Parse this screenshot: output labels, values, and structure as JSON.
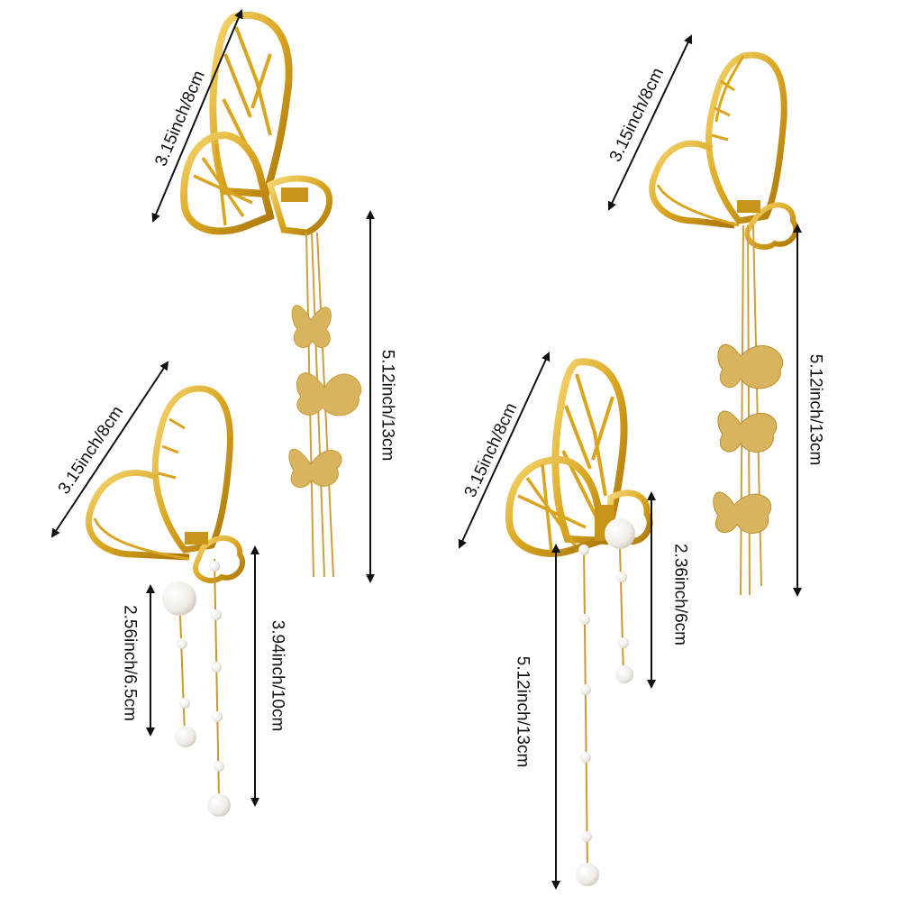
{
  "image": {
    "subject": "Four gold butterfly hair claw clips with tassels, shown with dimension arrows",
    "colors": {
      "gold": "#d9a520",
      "gold_dark": "#b07d0e",
      "gold_light": "#f2d36b",
      "charm_gold": "#d8b45e",
      "pearl": "#f4f2ee",
      "arrow": "#111111",
      "background": "#ffffff"
    }
  },
  "products": [
    {
      "id": "clip-top-left",
      "style": "filigree butterfly claw with three matte butterfly charms on chain tassel",
      "measurements": {
        "clip_width": "3.15inch/8cm",
        "tassel_length": "5.12inch/13cm"
      }
    },
    {
      "id": "clip-top-right",
      "style": "open-frame butterfly claw with three matte butterfly charms on chain tassel",
      "measurements": {
        "clip_width": "3.15inch/8cm",
        "tassel_length": "5.12inch/13cm"
      }
    },
    {
      "id": "clip-bottom-left",
      "style": "open-frame butterfly claw with pearl chain tassels",
      "measurements": {
        "clip_width": "3.15inch/8cm",
        "short_tassel": "2.56inch/6.5cm",
        "long_tassel": "3.94inch/10cm"
      }
    },
    {
      "id": "clip-bottom-right",
      "style": "filigree butterfly claw with pearl chain tassels",
      "measurements": {
        "clip_width": "3.15inch/8cm",
        "short_tassel": "2.36inch/6cm",
        "long_tassel": "5.12inch/13cm"
      }
    }
  ]
}
